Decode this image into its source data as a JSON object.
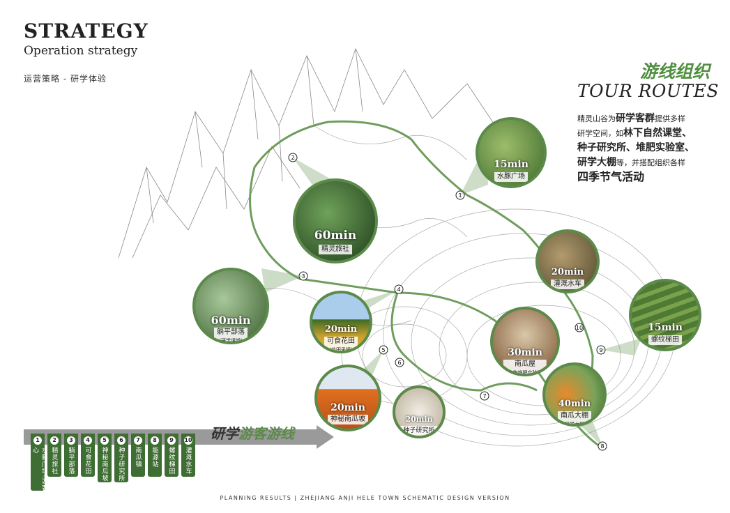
{
  "header": {
    "title": "STRATEGY",
    "subtitle": "Operation strategy",
    "chinese_subtitle": "运营策略 - 研学体验"
  },
  "routes_panel": {
    "title_cn": "游线组织",
    "title_en": "TOUR ROUTES",
    "desc_line1a": "精灵山谷为",
    "desc_line1b": "研学客群",
    "desc_line1c": "提供多样",
    "desc_line2a": "研学空间，如",
    "desc_line2b": "林下自然课堂、",
    "desc_line3": "种子研究所、堆肥实验室、",
    "desc_line4a": "研学大棚",
    "desc_line4b": "等，并搭配组织各样",
    "desc_line5": "四季节气活动"
  },
  "spots": [
    {
      "time": "15min",
      "label": "水豚广场",
      "note": ""
    },
    {
      "time": "60min",
      "label": "精灵旅社",
      "note": ""
    },
    {
      "time": "60min",
      "label": "躺平部落",
      "note": "(研学课堂)"
    },
    {
      "time": "20min",
      "label": "可食花田",
      "note": "(花田采摘)"
    },
    {
      "time": "20min",
      "label": "灌溉水车",
      "note": ""
    },
    {
      "time": "15min",
      "label": "螺纹梯田",
      "note": ""
    },
    {
      "time": "30min",
      "label": "南瓜屋",
      "note": "(植物堆肥实验室)"
    },
    {
      "time": "40min",
      "label": "南瓜大棚",
      "note": "(研学大棚)"
    },
    {
      "time": "20min",
      "label": "神秘南瓜坡",
      "note": ""
    },
    {
      "time": "20min",
      "label": "种子研究所",
      "note": ""
    }
  ],
  "route_stops": [
    "1",
    "2",
    "3",
    "4",
    "5",
    "6",
    "7",
    "8",
    "9",
    "10"
  ],
  "legend": {
    "title_a": "研学",
    "title_b": "游客游线",
    "items": [
      {
        "num": "1",
        "text": "水豚广场-游客中心"
      },
      {
        "num": "2",
        "text": "精灵旅社"
      },
      {
        "num": "3",
        "text": "躺平部落"
      },
      {
        "num": "4",
        "text": "可食花田"
      },
      {
        "num": "5",
        "text": "神秘南瓜坡"
      },
      {
        "num": "6",
        "text": "种子研究所"
      },
      {
        "num": "7",
        "text": "南瓜镇"
      },
      {
        "num": "8",
        "text": "能源站"
      },
      {
        "num": "9",
        "text": "螺纹梯田"
      },
      {
        "num": "10",
        "text": "灌溉水车"
      }
    ]
  },
  "footer": "PLANNING RESULTS | ZHEJIANG ANJI HELE TOWN SCHEMATIC DESIGN VERSION",
  "colors": {
    "accent": "#5b8a4a",
    "dark_green": "#3f6e34",
    "route": "#6f9d5e"
  }
}
